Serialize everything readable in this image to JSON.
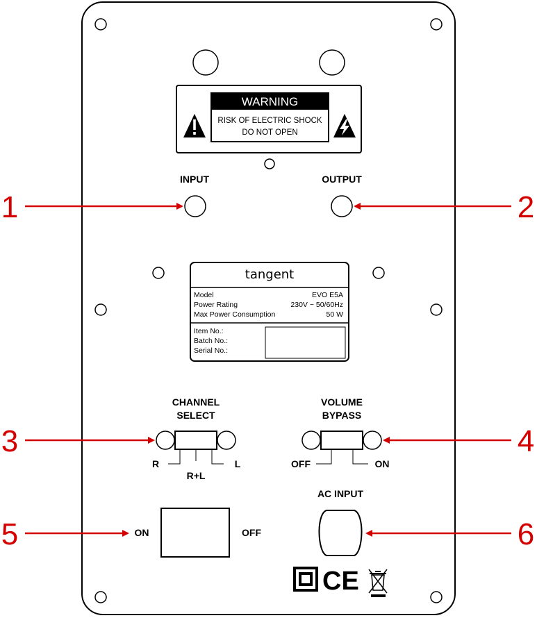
{
  "warning": {
    "title": "WARNING",
    "line1": "RISK OF ELECTRIC SHOCK",
    "line2": "DO NOT OPEN"
  },
  "labels": {
    "input": "INPUT",
    "output": "OUTPUT",
    "channel_select_1": "CHANNEL",
    "channel_select_2": "SELECT",
    "volume_bypass_1": "VOLUME",
    "volume_bypass_2": "BYPASS",
    "ch_r": "R",
    "ch_rl": "R+L",
    "ch_l": "L",
    "vb_off": "OFF",
    "vb_on": "ON",
    "ac_input": "AC INPUT",
    "power_on": "ON",
    "power_off": "OFF"
  },
  "nameplate": {
    "brand": "tangent",
    "model_label": "Model",
    "model_value": "EVO E5A",
    "power_rating_label": "Power Rating",
    "power_rating_value": "230V ~ 50/60Hz",
    "max_power_label": "Max Power Consumption",
    "max_power_value": "50 W",
    "item_no": "Item No.:",
    "batch_no": "Batch No.:",
    "serial_no": "Serial No.:"
  },
  "callouts": [
    "1",
    "2",
    "3",
    "4",
    "5",
    "6"
  ],
  "certifications": {
    "ce": "CE"
  },
  "colors": {
    "callout": "#d40000",
    "outline": "#000000",
    "panel": "#ffffff"
  }
}
